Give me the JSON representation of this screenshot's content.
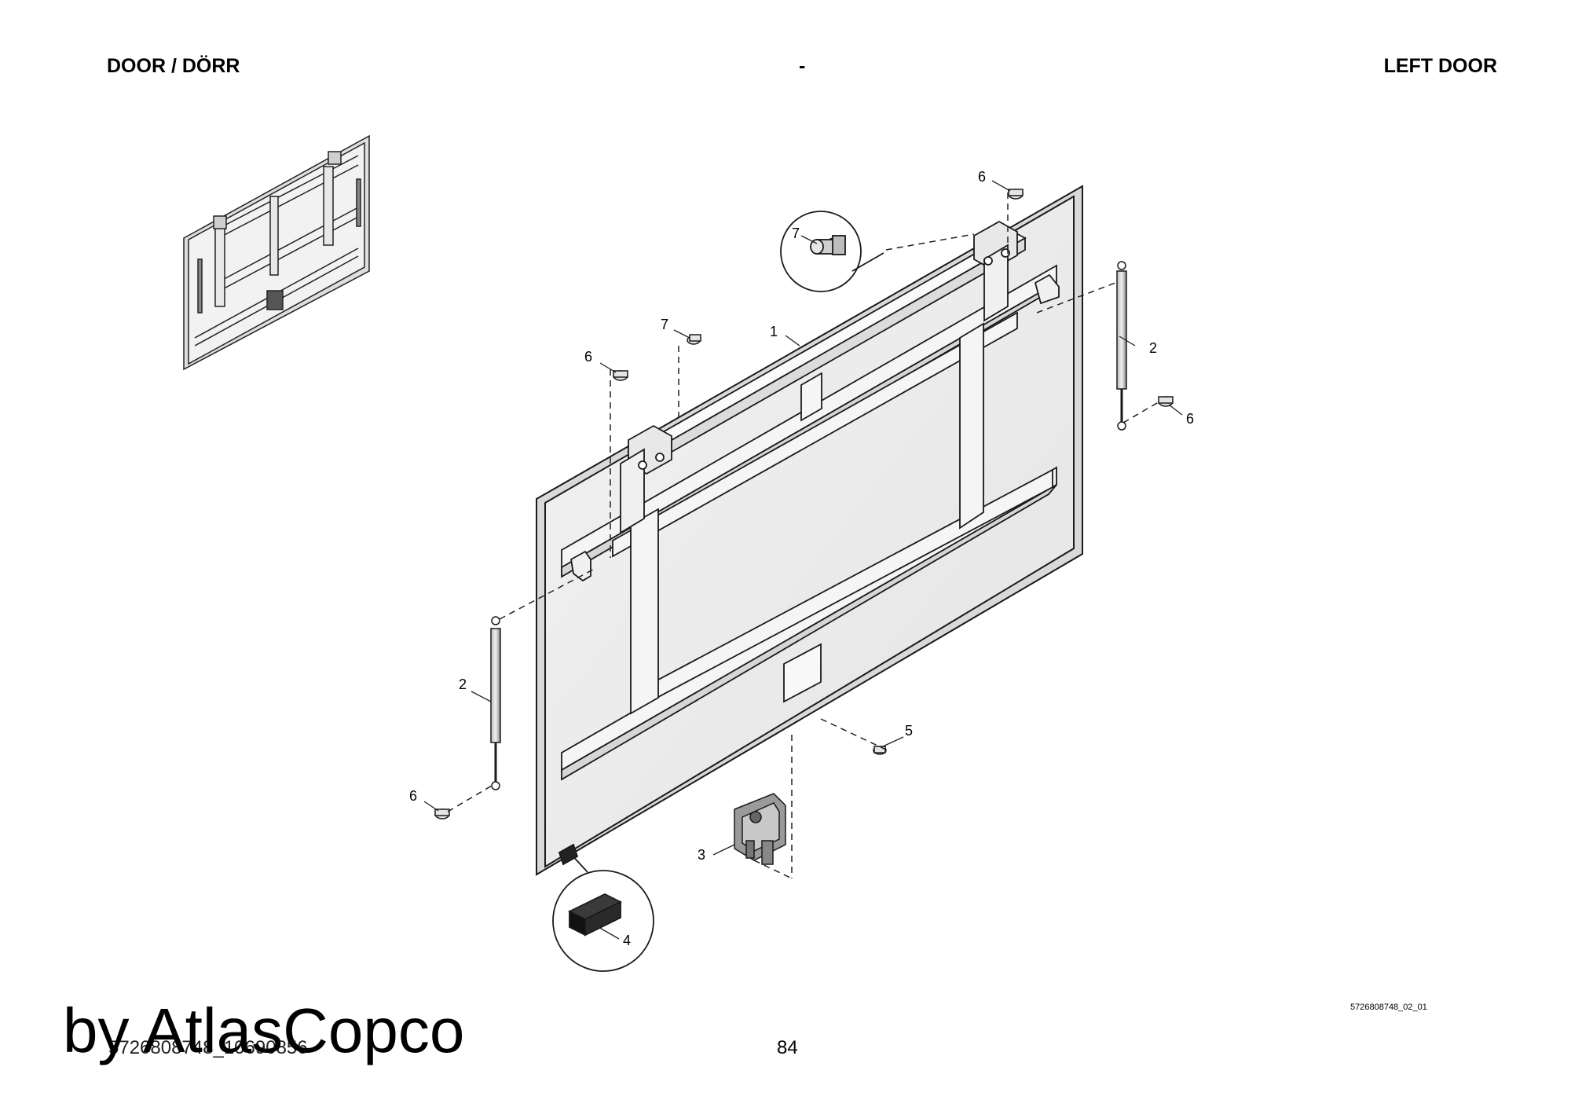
{
  "header": {
    "left": "DOOR / DÖRR",
    "center": "-",
    "right": "LEFT DOOR"
  },
  "callouts": {
    "c1": "1",
    "c2a": "2",
    "c2b": "2",
    "c3": "3",
    "c4": "4",
    "c5": "5",
    "c6a": "6",
    "c6b": "6",
    "c6c": "6",
    "c6d": "6",
    "c7a": "7",
    "c7b": "7"
  },
  "footer": {
    "figure_id": "5726808748_02_01",
    "document_id": "5726808748_10690856",
    "page_number": "84",
    "watermark": "by AtlasCopco"
  }
}
